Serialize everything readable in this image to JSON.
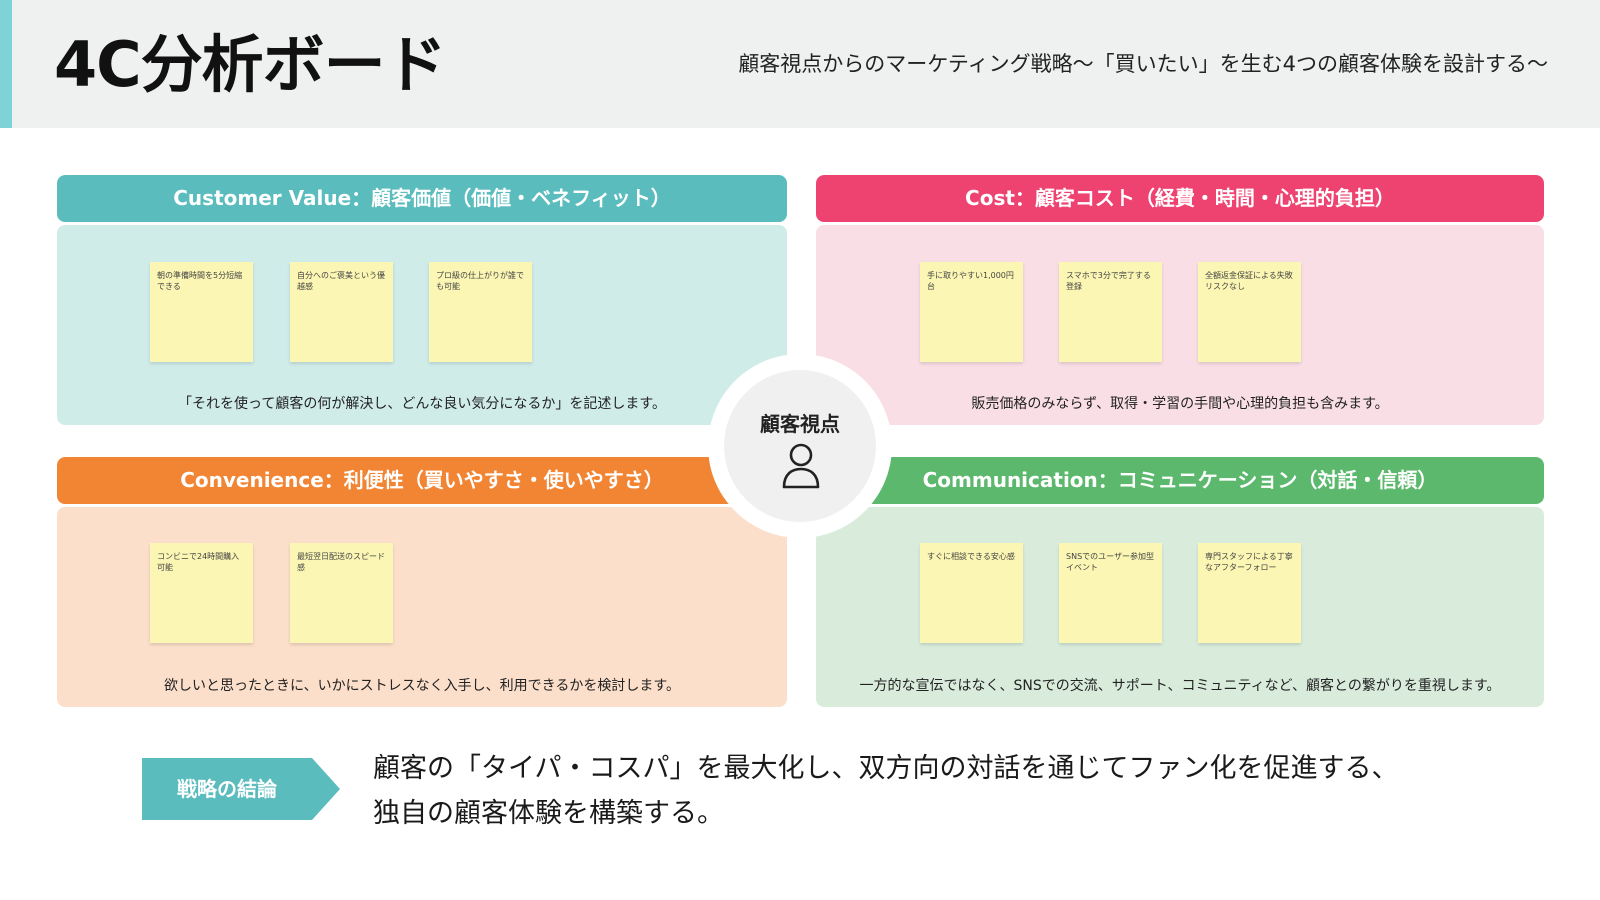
{
  "header": {
    "title": "4C分析ボード",
    "subtitle": "顧客視点からのマーケティング戦略〜「買いたい」を生む4つの顧客体験を設計する〜"
  },
  "colors": {
    "header_bg": "#eff1f0",
    "accent_bar": "#7dd3d6",
    "sticky_note": "#fbf6b3"
  },
  "quadrants": {
    "customer_value": {
      "title": "Customer Value：顧客価値（価値・ベネフィット）",
      "header_color": "#5bbcbe",
      "body_color": "#cfece9",
      "notes": [
        "朝の準備時間を5分短縮できる",
        "自分へのご褒美という優越感",
        "プロ級の仕上がりが誰でも可能"
      ],
      "description": "「それを使って顧客の何が解決し、どんな良い気分になるか」を記述します。"
    },
    "cost": {
      "title": "Cost：顧客コスト（経費・時間・心理的負担）",
      "header_color": "#ee4270",
      "body_color": "#f9dfe5",
      "notes": [
        "手に取りやすい1,000円台",
        "スマホで3分で完了する登録",
        "全額返金保証による失敗リスクなし"
      ],
      "description": "販売価格のみならず、取得・学習の手間や心理的負担も含みます。"
    },
    "convenience": {
      "title": "Convenience：利便性（買いやすさ・使いやすさ）",
      "header_color": "#f28534",
      "body_color": "#fbdfca",
      "notes": [
        "コンビニで24時間購入可能",
        "最短翌日配送のスピード感"
      ],
      "description": "欲しいと思ったときに、いかにストレスなく入手し、利用できるかを検討します。"
    },
    "communication": {
      "title": "Communication：コミュニケーション（対話・信頼）",
      "header_color": "#5cb86c",
      "body_color": "#d9ecdc",
      "notes": [
        "すぐに相談できる安心感",
        "SNSでのユーザー参加型イベント",
        "専門スタッフによる丁寧なアフターフォロー"
      ],
      "description": "一方的な宣伝ではなく、SNSでの交流、サポート、コミュニティなど、顧客との繋がりを重視します。"
    }
  },
  "center": {
    "label": "顧客視点",
    "icon": "user-icon"
  },
  "conclusion": {
    "tag": "戦略の結論",
    "tag_color": "#5bbcbe",
    "line1": "顧客の「タイパ・コスパ」を最大化し、双方向の対話を通じてファン化を促進する、",
    "line2": "独自の顧客体験を構築する。"
  }
}
